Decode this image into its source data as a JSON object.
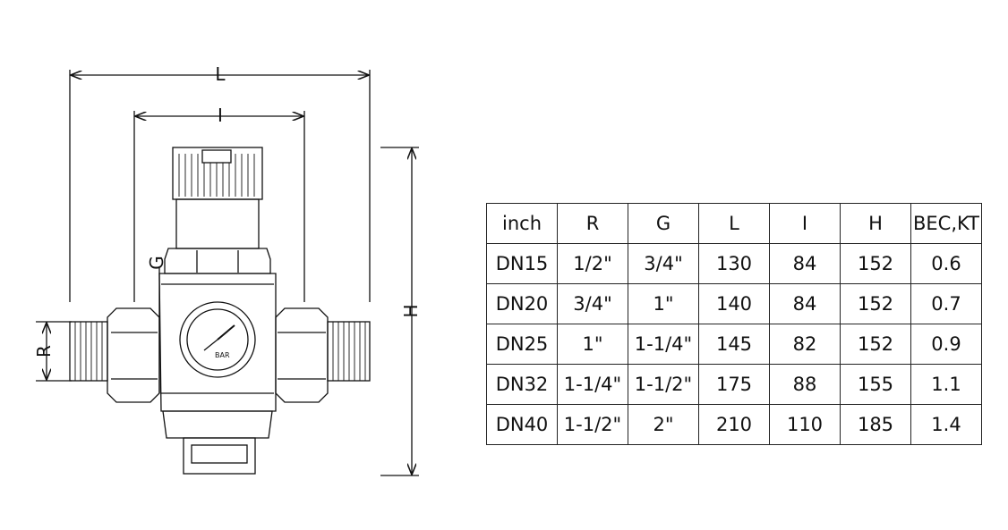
{
  "drawing": {
    "dimensions": {
      "L": "L",
      "I": "I",
      "G": "G",
      "H": "H",
      "R": "R"
    },
    "gauge_text": "BAR"
  },
  "table": {
    "headers": [
      "inch",
      "R",
      "G",
      "L",
      "I",
      "H",
      "BEC,KT"
    ],
    "rows": [
      [
        "DN15",
        "1/2\"",
        "3/4\"",
        "130",
        "84",
        "152",
        "0.6"
      ],
      [
        "DN20",
        "3/4\"",
        "1\"",
        "140",
        "84",
        "152",
        "0.7"
      ],
      [
        "DN25",
        "1\"",
        "1-1/4\"",
        "145",
        "82",
        "152",
        "0.9"
      ],
      [
        "DN32",
        "1-1/4\"",
        "1-1/2\"",
        "175",
        "88",
        "155",
        "1.1"
      ],
      [
        "DN40",
        "1-1/2\"",
        "2\"",
        "210",
        "110",
        "185",
        "1.4"
      ]
    ]
  }
}
